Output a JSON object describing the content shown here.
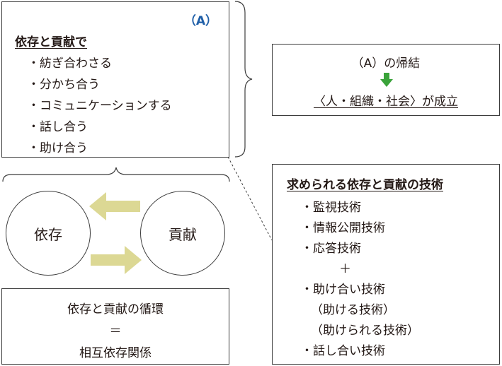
{
  "box_a": {
    "label": "（A）",
    "title": "依存と貢献で",
    "items": [
      "・紡ぎ合わさる",
      "・分かち合う",
      "・コミュニケーションする",
      "・話し合う",
      "・助け合う"
    ]
  },
  "result_box": {
    "line1": "（A）の帰結",
    "line2": "〈人・組織・社会〉が成立"
  },
  "cycle": {
    "left_circle": "依存",
    "right_circle": "貢献"
  },
  "cycle_box": {
    "line1": "依存と貢献の循環",
    "line2": "＝",
    "line3": "相互依存関係"
  },
  "tech_box": {
    "title": "求められる依存と貢献の技術",
    "lines": [
      "・監視技術",
      "・情報公開技術",
      "・応答技術",
      "＋",
      "・助け合い技術",
      "（助ける技術）",
      "（助けられる技術）",
      "・話し合い技術"
    ]
  },
  "colors": {
    "accent_blue": "#1f5fa8",
    "arrow_green": "#3aa33a",
    "arrow_khaki": "#dcd894"
  }
}
